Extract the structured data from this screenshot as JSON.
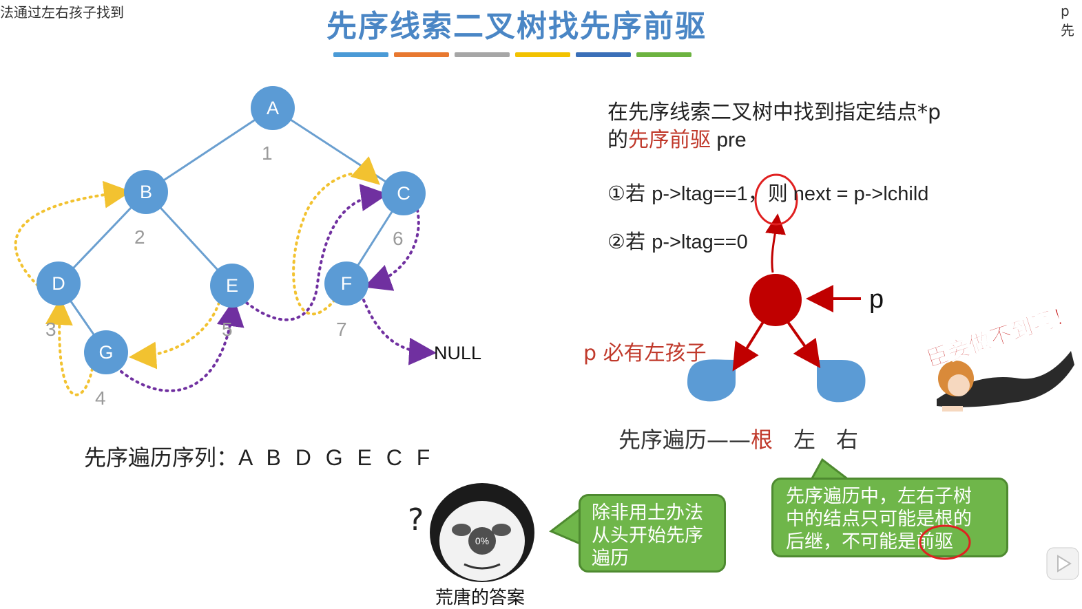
{
  "header": {
    "corner_left": "法通过左右孩子找到",
    "corner_right": "p先",
    "title": "先序线索二叉树找先序前驱"
  },
  "accent_bars": [
    "#4a9ad6",
    "#e8782f",
    "#a6a6a6",
    "#f2c200",
    "#3a6fb8",
    "#6cb340"
  ],
  "tree": {
    "nodes": [
      "A",
      "B",
      "C",
      "D",
      "E",
      "F",
      "G"
    ],
    "order_numbers": [
      "1",
      "2",
      "3",
      "4",
      "5",
      "6",
      "7"
    ],
    "null_label": "NULL",
    "node_color": "#5b9bd5",
    "yellow_thread_color": "#f2c230",
    "purple_thread_color": "#7030a0",
    "edge_color": "#6a9fd0"
  },
  "sequence": {
    "label": "先序遍历序列：",
    "value": "A B D G E C F"
  },
  "explanation": {
    "line1": "在先序线索二叉树中找到指定结点*p",
    "line2_prefix": "的",
    "line2_highlight": "先序前驱",
    "line2_suffix": " pre",
    "cond1_prefix": "①若 ",
    "cond1_code": "p->ltag==1，则 next = p->lchild",
    "cond2_prefix": "②若 ",
    "cond2_code": "p->ltag==0"
  },
  "subtree": {
    "p_label": "p",
    "left_child_note": "p 必有左孩子",
    "order_prefix": "先序遍历——",
    "order_root": "根",
    "order_left": "左",
    "order_right": "右",
    "root_color": "#c00000",
    "child_color": "#5b9bd5"
  },
  "bubbles": {
    "left": [
      "除非用土办法",
      "从头开始先序",
      "遍历"
    ],
    "right": [
      "先序遍历中，左右子树",
      "中的结点只可能是根的",
      "后继，不可能是前驱"
    ]
  },
  "meme": {
    "caption": "荒唐的答案",
    "progress_badge": "0%",
    "sticker_text": "臣妾做不到啊！"
  }
}
